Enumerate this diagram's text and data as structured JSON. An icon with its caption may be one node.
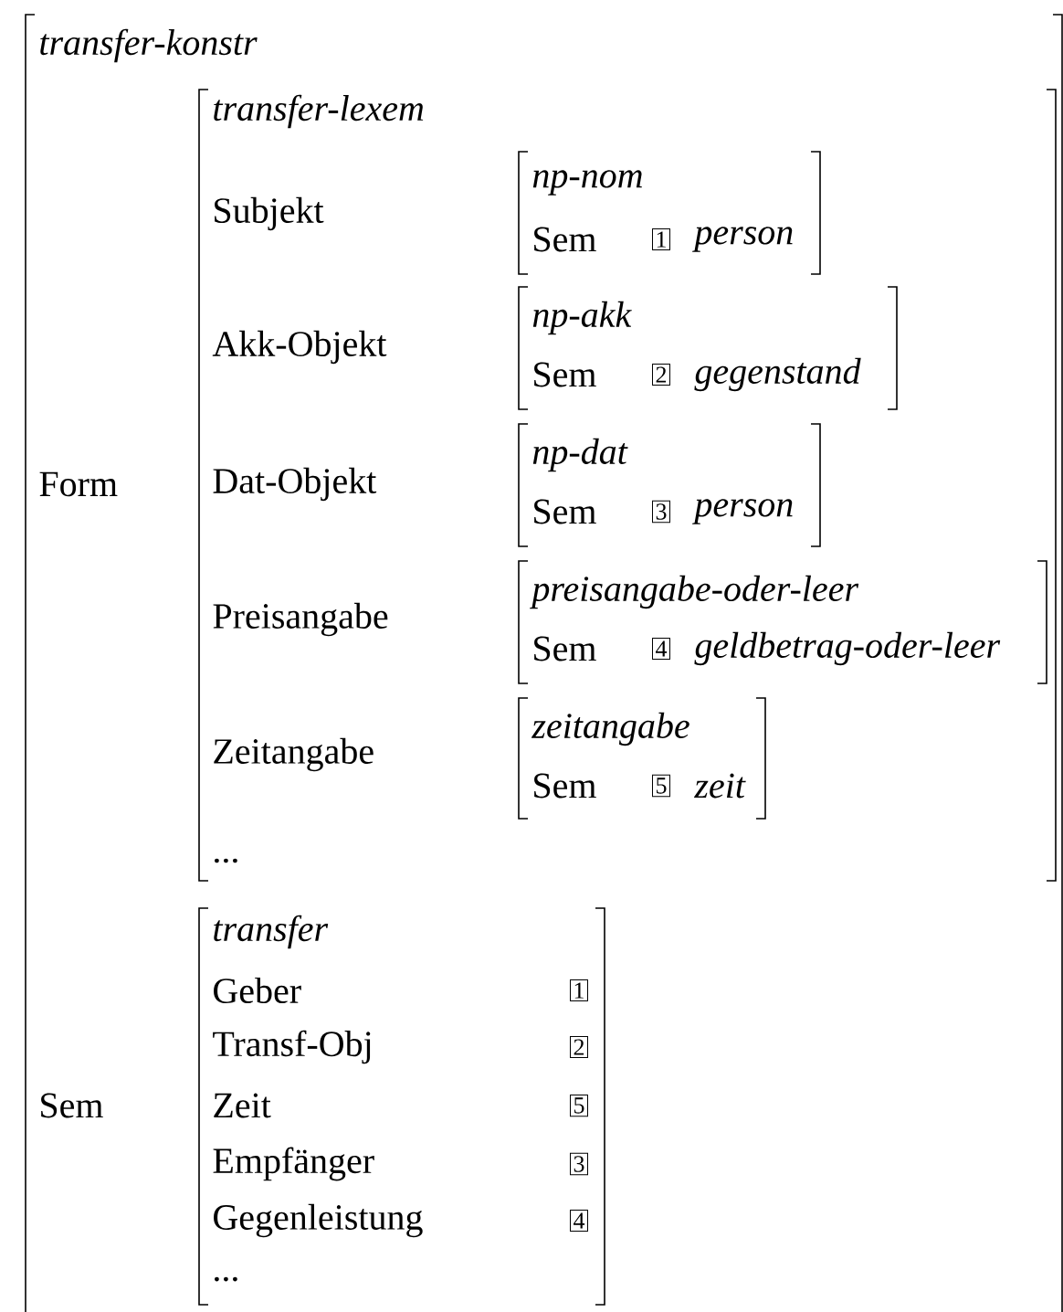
{
  "diagram": {
    "nodes": [
      {
        "text": [
          "transfer-konstr",
          "Form",
          "Sem"
        ]
      },
      {
        "text": [
          "transfer-lexem",
          "Subjekt",
          "Akk-Objekt",
          "Dat-Objekt",
          "Preisangabe",
          "Zeitangabe",
          "..."
        ],
        "in": 0
      },
      {
        "text": [
          "np-nom",
          "Sem",
          "1",
          "person"
        ],
        "in": 1
      },
      {
        "text": [
          "np-akk",
          "Sem",
          "2",
          "gegenstand"
        ],
        "in": 1
      },
      {
        "text": [
          "np-dat",
          "Sem",
          "3",
          "person"
        ],
        "in": 1
      },
      {
        "text": [
          "preisangabe-oder-leer",
          "Sem",
          "4",
          "geldbetrag-oder-leer"
        ],
        "in": 1
      },
      {
        "text": [
          "zeitangabe",
          "Sem",
          "5",
          "zeit"
        ],
        "in": 1
      },
      {
        "text": [
          "transfer",
          "Geber",
          "1",
          "Transf-Obj",
          "2",
          "Zeit",
          "5",
          "Empfänger",
          "3",
          "Gegenleistung",
          "4",
          "..."
        ],
        "in": 0
      }
    ]
  }
}
